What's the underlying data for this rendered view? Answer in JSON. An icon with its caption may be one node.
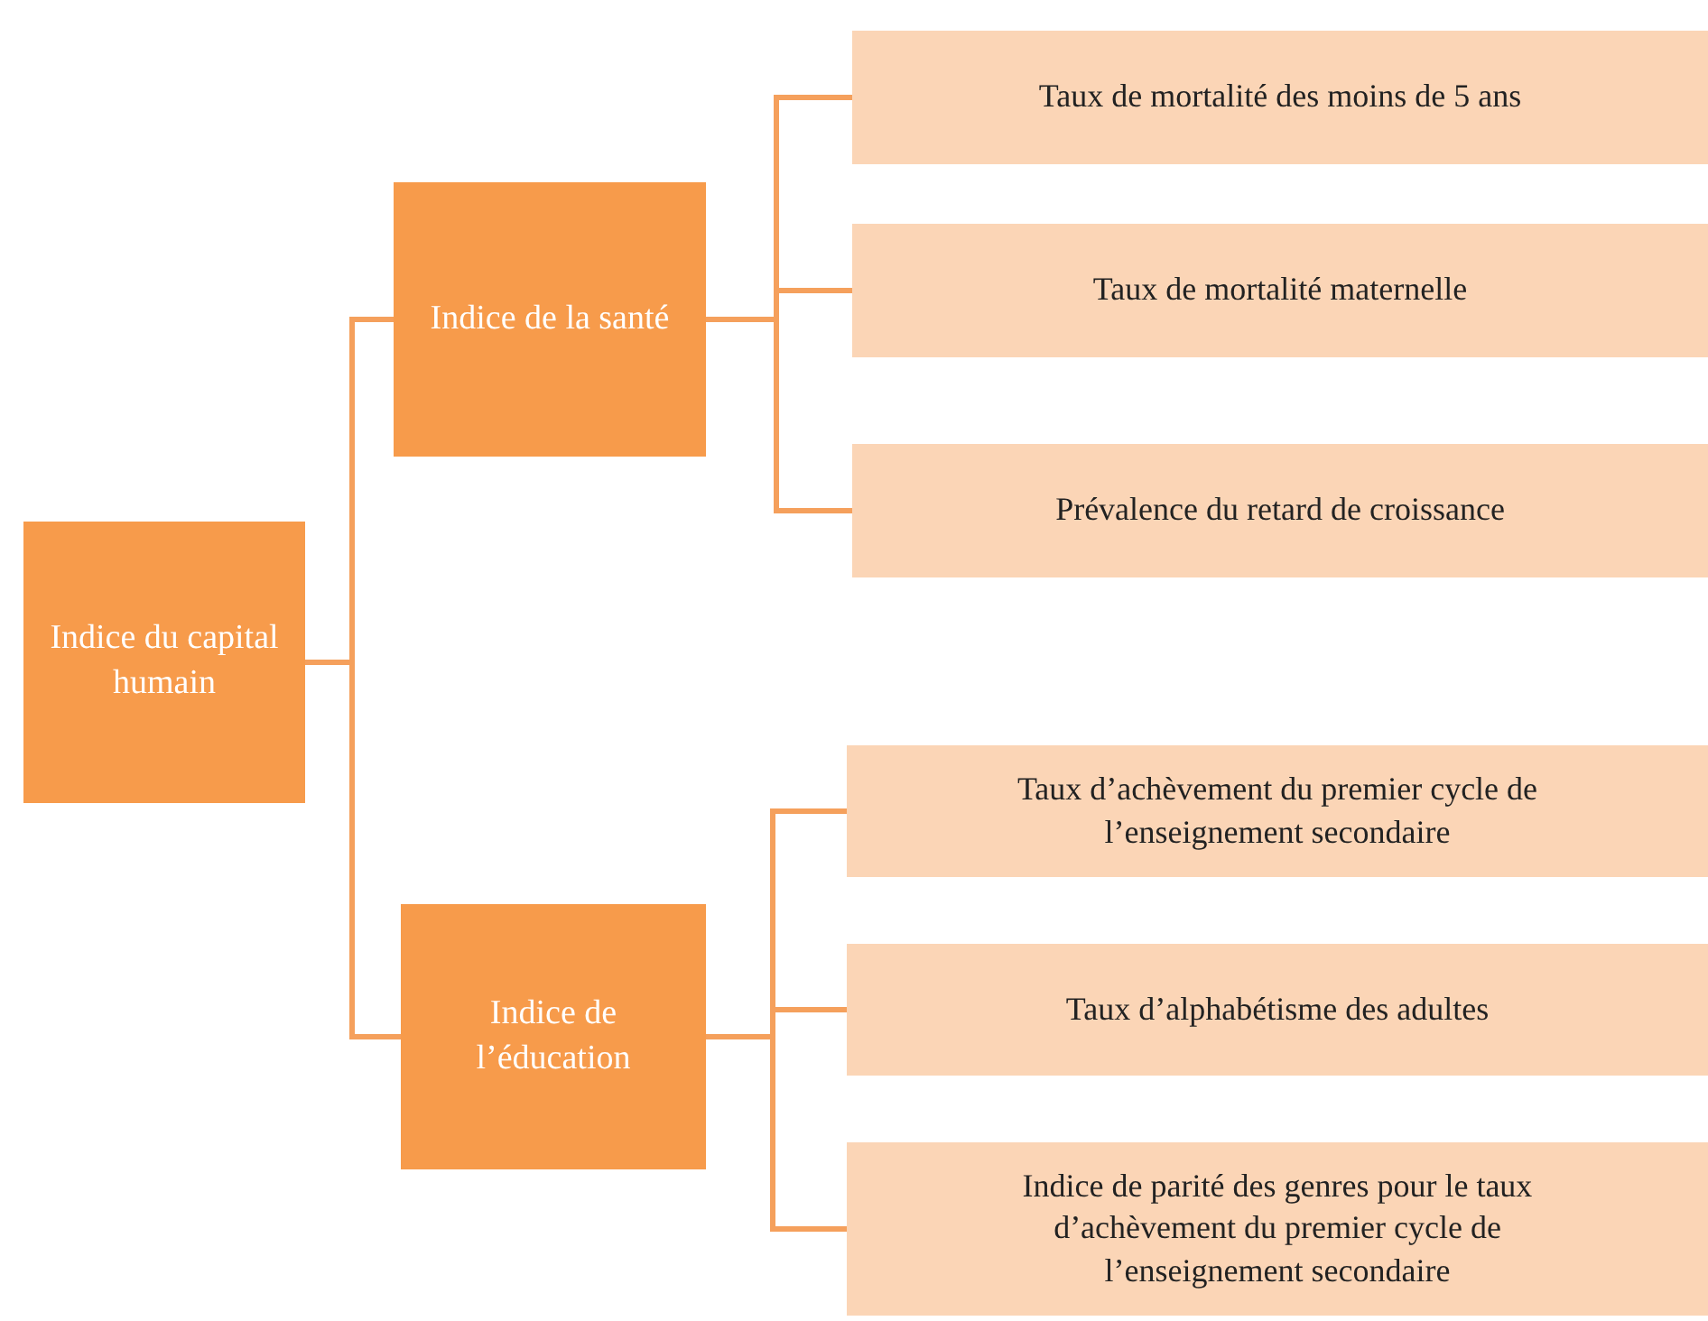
{
  "diagram": {
    "nodes": [
      {
        "text": [
          "Indice du capital humain"
        ]
      },
      {
        "text": [
          "Indice de la santé"
        ]
      },
      {
        "text": [
          "Indice de l’éducation"
        ]
      },
      {
        "text": [
          "Taux de mortalité des moins de 5 ans"
        ]
      },
      {
        "text": [
          "Taux de mortalité maternelle"
        ]
      },
      {
        "text": [
          "Prévalence du retard de croissance"
        ]
      },
      {
        "text": [
          "Taux d’achèvement du premier cycle de l’enseignement secondaire"
        ]
      },
      {
        "text": [
          "Taux d’alphabétisme des adultes"
        ]
      },
      {
        "text": [
          "Indice de parité des genres pour le taux d’achèvement du premier cycle de l’enseignement secondaire"
        ]
      }
    ],
    "edges": [
      {
        "from": 0,
        "to": 1,
        "arrow": "none"
      },
      {
        "from": 0,
        "to": 2,
        "arrow": "none"
      },
      {
        "from": 1,
        "to": 3,
        "arrow": "none"
      },
      {
        "from": 1,
        "to": 4,
        "arrow": "none"
      },
      {
        "from": 1,
        "to": 5,
        "arrow": "none"
      },
      {
        "from": 2,
        "to": 6,
        "arrow": "none"
      },
      {
        "from": 2,
        "to": 7,
        "arrow": "none"
      },
      {
        "from": 2,
        "to": 8,
        "arrow": "none"
      }
    ]
  }
}
